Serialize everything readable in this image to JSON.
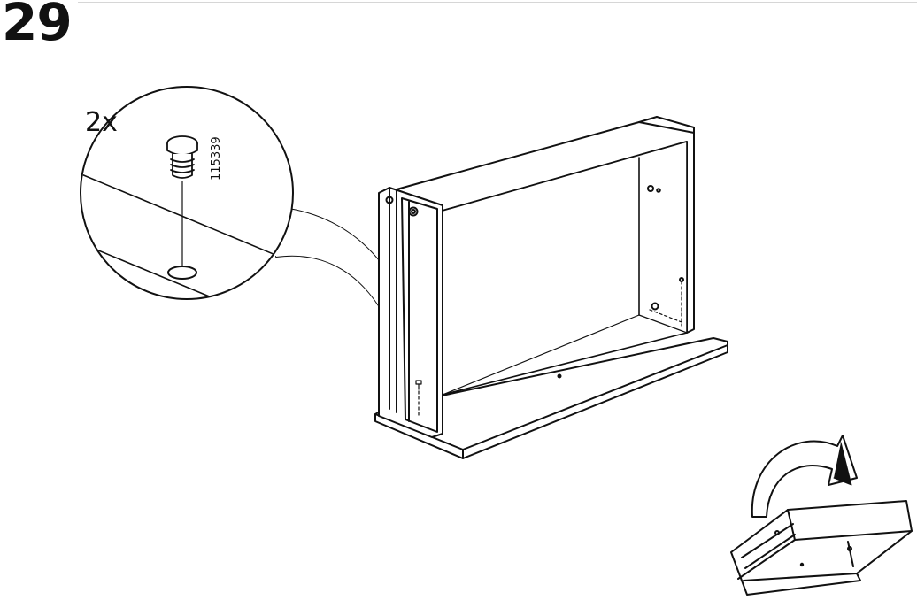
{
  "step": {
    "number": "29"
  },
  "detail_callout": {
    "quantity": "2x",
    "part_number": "115339",
    "part_icon": "dowel-icon"
  },
  "rotate_hint": {
    "arrow_icon": "curved-arrow-icon",
    "direction": "flip-forward"
  },
  "colors": {
    "line": "#111111",
    "fill": "#ffffff",
    "rule": "#d6d6d6"
  }
}
